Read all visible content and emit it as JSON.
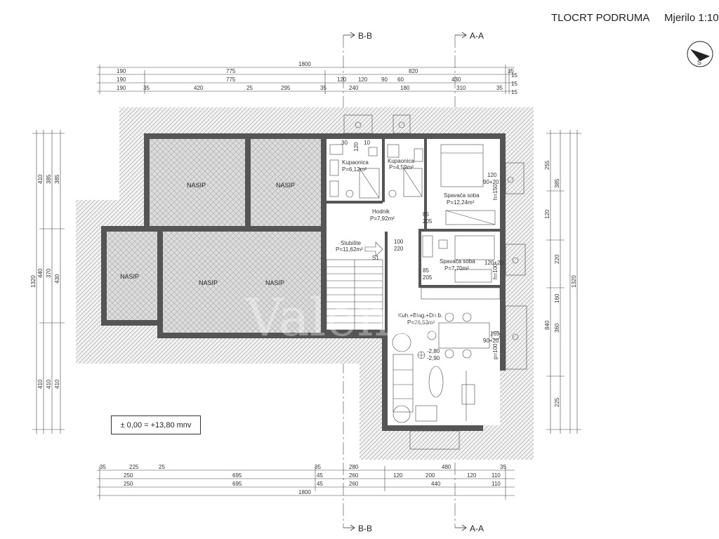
{
  "title": "TLOCRT PODRUMA",
  "scale": "Mjerilo 1:10",
  "compass_label": "S",
  "section_marks": {
    "bb": "B-B",
    "aa": "A-A"
  },
  "top_dims": {
    "total": "1800",
    "row1": [
      "190",
      "775",
      "820",
      "35",
      "15"
    ],
    "row2": [
      "190",
      "775",
      "120",
      "120",
      "90",
      "60",
      "430",
      "15"
    ],
    "row3": [
      "190",
      "35",
      "420",
      "25",
      "295",
      "35",
      "240",
      "180",
      "310",
      "35",
      "15"
    ]
  },
  "bottom_dims": {
    "row1": [
      "35",
      "225",
      "25",
      "35",
      "280",
      "480",
      "35"
    ],
    "row2": [
      "250",
      "695",
      "45",
      "260",
      "120",
      "200",
      "120",
      "110"
    ],
    "row3": [
      "250",
      "695",
      "45",
      "260",
      "440",
      "110"
    ],
    "total": "1800"
  },
  "left_dims": {
    "total": "1320",
    "chain_a": [
      "410",
      "385",
      "385"
    ],
    "chain_b": [
      "440",
      "370",
      "430"
    ],
    "chain_c": [
      "410",
      "410",
      "410"
    ]
  },
  "right_dims": {
    "total": "1320",
    "chain_a": [
      "255",
      "385",
      "120",
      "220",
      "160"
    ],
    "chain_b": [
      "840",
      "360",
      "225"
    ]
  },
  "rooms": [
    {
      "name": "Kupaonica",
      "area": "P=6,12m²"
    },
    {
      "name": "Kupaonica",
      "area": "P=4,59m²"
    },
    {
      "name": "Spavaća soba",
      "area": "P=12,24m²"
    },
    {
      "name": "Hodnik",
      "area": "P=7,92m²"
    },
    {
      "name": "Stubište",
      "area": "P=11,62m²"
    },
    {
      "name": "Spavaća soba",
      "area": "P=7,70m²"
    },
    {
      "name": "Kuh.+Blag.+Dn.b.",
      "area": "P=26,53m²"
    }
  ],
  "fill_label": "NASIP",
  "stair_label": "S1",
  "levels": [
    "-2,80",
    "-2,90"
  ],
  "opening_labels": [
    "85",
    "205",
    "120",
    "90+20",
    "h=150",
    "100",
    "220",
    "85",
    "205",
    "120+20",
    "h=100",
    "165",
    "90+20",
    "p=100",
    "30",
    "120",
    "10"
  ],
  "elevation_note": "± 0,00 = +13,80 mnv",
  "watermark": "Valente"
}
